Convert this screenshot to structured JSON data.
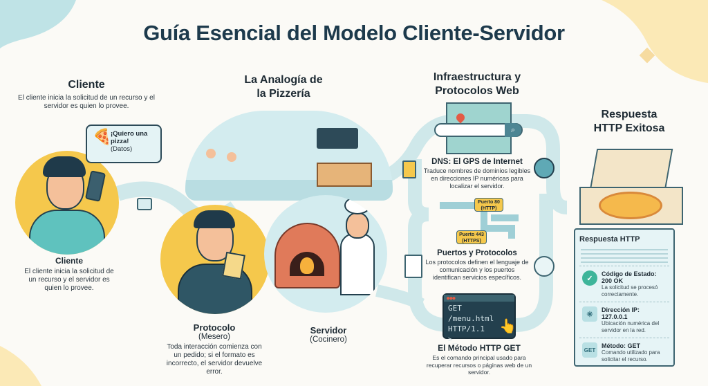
{
  "title": "Guía Esencial del Modelo Cliente-Servidor",
  "cliente": {
    "heading": "Cliente",
    "desc": "El cliente inicia la solicitud de un recurso y el servidor es quien lo provee.",
    "bubble_line1": "¡Quiero una pizza!",
    "bubble_line2": "(Datos)",
    "caption_title": "Cliente",
    "caption_desc": "El cliente inicia la solicitud de un recurso y el servidor es quien lo provee."
  },
  "pizzeria": {
    "heading_line1": "La Analogía de",
    "heading_line2": "la Pizzería",
    "protocolo_title": "Protocolo",
    "protocolo_sub": "(Mesero)",
    "protocolo_desc": "Toda interacción comienza con un pedido; si el formato es incorrecto, el servidor devuelve error.",
    "servidor_title": "Servidor",
    "servidor_sub": "(Cocinero)"
  },
  "infra": {
    "heading_line1": "Infraestructura y",
    "heading_line2": "Protocolos Web",
    "dns_title": "DNS: El GPS de Internet",
    "dns_desc": "Traduce nombres de dominios legibles en direcciones IP numéricas para localizar el servidor.",
    "port_http": "Puerto 80 (HTTP)",
    "port_https": "Puerto 443 (HTTPS)",
    "ports_title": "Puertos y Protocolos",
    "ports_desc": "Los protocolos definen el lenguaje de comunicación y los puertos identifican servicios específicos.",
    "terminal_line1": "GET /menu.html",
    "terminal_line2": "HTTP/1.1",
    "terminal_prompt": ">_",
    "get_title": "El Método HTTP GET",
    "get_desc": "Es el comando principal usado para recuperar recursos o páginas web de un servidor."
  },
  "respuesta": {
    "heading_line1": "Respuesta",
    "heading_line2": "HTTP Exitosa",
    "receipt_title": "Respuesta HTTP",
    "items": [
      {
        "title": "Código de Estado: 200 OK",
        "desc": "La solicitud se procesó correctamente.",
        "icon": "check"
      },
      {
        "title": "Dirección IP: 127.0.0.1",
        "desc": "Ubicación numérica del servidor en la red.",
        "icon": "network"
      },
      {
        "title": "Método: GET",
        "desc": "Comando utilizado para solicitar el recurso.",
        "icon": "GET"
      }
    ]
  },
  "colors": {
    "teal": "#cfe8ea",
    "yellow": "#f5c84c",
    "navy": "#1d3a4c"
  }
}
